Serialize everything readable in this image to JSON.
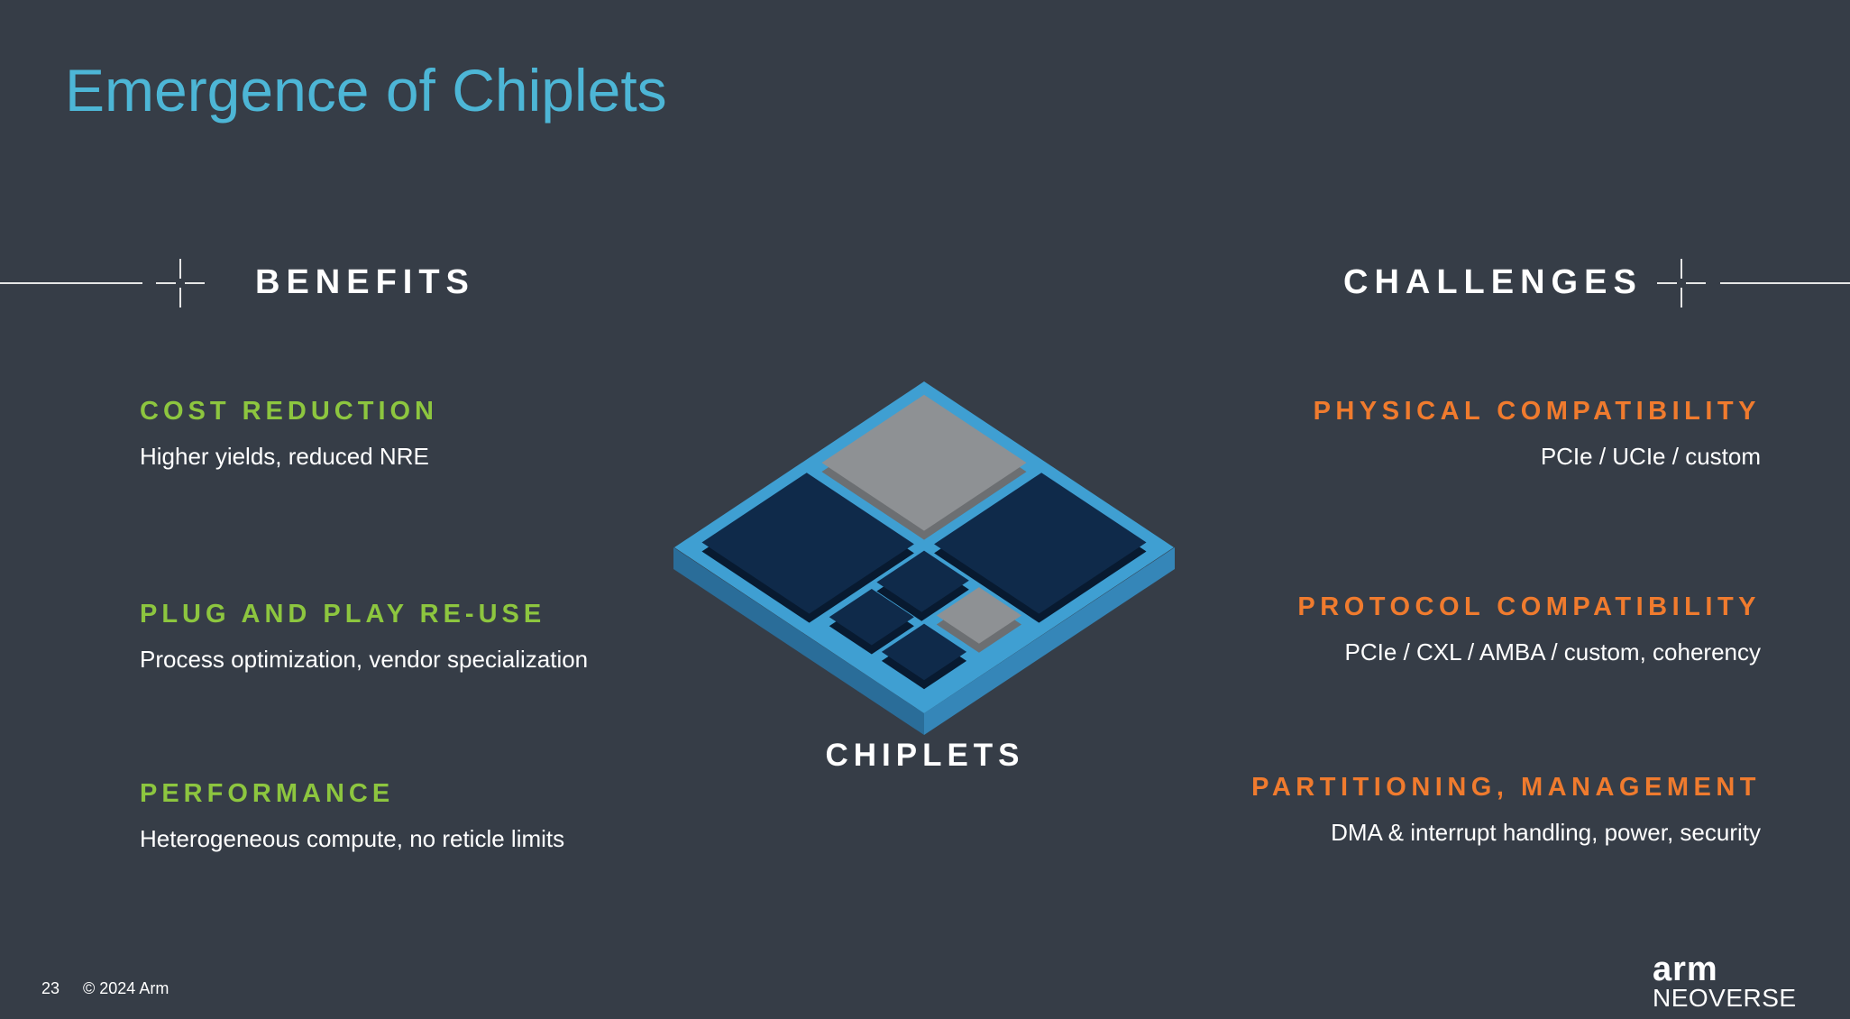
{
  "slide": {
    "title": "Emergence of Chiplets",
    "benefits_heading": "BENEFITS",
    "challenges_heading": "CHALLENGES",
    "center_label": "CHIPLETS",
    "benefits": [
      {
        "heading": "COST REDUCTION",
        "description": "Higher yields, reduced NRE"
      },
      {
        "heading": "PLUG AND PLAY RE-USE",
        "description": "Process optimization, vendor specialization"
      },
      {
        "heading": "PERFORMANCE",
        "description": "Heterogeneous compute, no reticle limits"
      }
    ],
    "challenges": [
      {
        "heading": "PHYSICAL COMPATIBILITY",
        "description": "PCIe / UCIe / custom"
      },
      {
        "heading": "PROTOCOL COMPATIBILITY",
        "description": "PCIe / CXL / AMBA / custom, coherency"
      },
      {
        "heading": "PARTITIONING, MANAGEMENT",
        "description": "DMA & interrupt handling, power, security"
      }
    ]
  },
  "footer": {
    "page_number": "23",
    "copyright": "© 2024 Arm"
  },
  "logo": {
    "brand": "arm",
    "product": "NEOVERSE"
  },
  "colors": {
    "background": "#363d47",
    "title": "#4db6d6",
    "benefit": "#8dc63f",
    "challenge": "#f07b2e",
    "substrate": "#3f9fd2",
    "die_dark": "#0f2a4a",
    "die_gray": "#8e9194"
  }
}
